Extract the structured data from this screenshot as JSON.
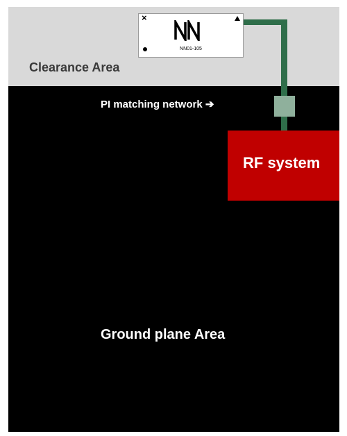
{
  "colors": {
    "ground_plane": "#000000",
    "clearance": "#d9d9d9",
    "trace": "#2f6e4a",
    "matching_network": "#8fb09c",
    "rf_system": "#c00000",
    "chip": "#ffffff"
  },
  "chip": {
    "model": "NN01-105",
    "corner_marks": [
      "x-mark",
      "dot-mark",
      "triangle-mark"
    ]
  },
  "labels": {
    "clearance_area": "Clearance Area",
    "matching_network": "PI matching network",
    "rf_system": "RF system",
    "ground_plane": "Ground plane Area"
  },
  "arrow_glyph": "➔"
}
